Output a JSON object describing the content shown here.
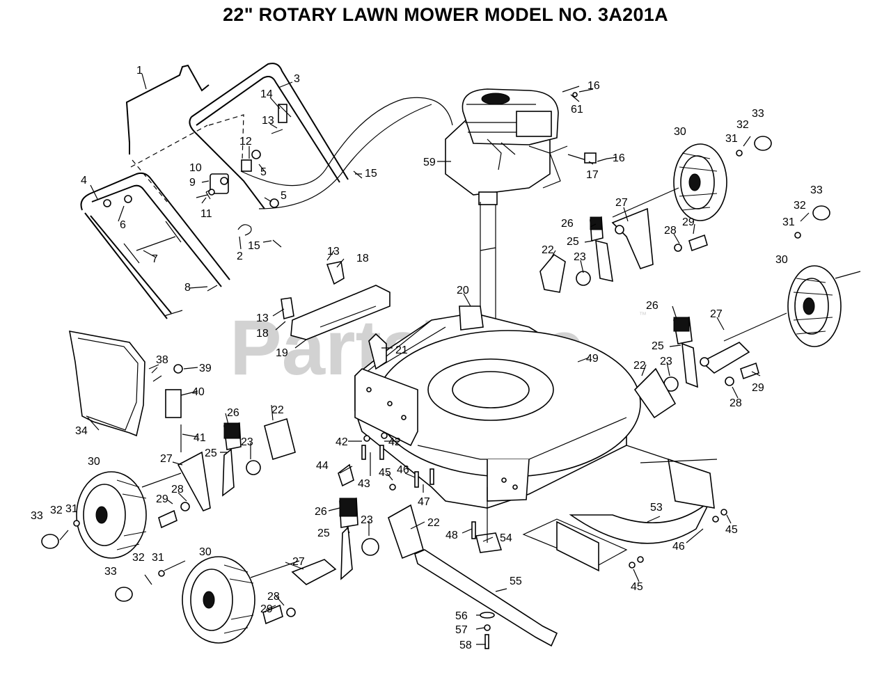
{
  "title": "22\" ROTARY LAWN MOWER MODEL NO.  3A201A",
  "watermark": "PartsTree",
  "watermark_tm": "™",
  "parts": [
    {
      "id": "1",
      "text": "1"
    },
    {
      "id": "2",
      "text": "2"
    },
    {
      "id": "3",
      "text": "3"
    },
    {
      "id": "4",
      "text": "4"
    },
    {
      "id": "5a",
      "text": "5"
    },
    {
      "id": "5b",
      "text": "5"
    },
    {
      "id": "6",
      "text": "6"
    },
    {
      "id": "7",
      "text": "7"
    },
    {
      "id": "8",
      "text": "8"
    },
    {
      "id": "9",
      "text": "9"
    },
    {
      "id": "10",
      "text": "10"
    },
    {
      "id": "11",
      "text": "11"
    },
    {
      "id": "12",
      "text": "12"
    },
    {
      "id": "13a",
      "text": "13"
    },
    {
      "id": "13b",
      "text": "13"
    },
    {
      "id": "13c",
      "text": "13"
    },
    {
      "id": "14",
      "text": "14"
    },
    {
      "id": "15a",
      "text": "15"
    },
    {
      "id": "15b",
      "text": "15"
    },
    {
      "id": "16a",
      "text": "16"
    },
    {
      "id": "16b",
      "text": "16"
    },
    {
      "id": "17",
      "text": "17"
    },
    {
      "id": "18a",
      "text": "18"
    },
    {
      "id": "18b",
      "text": "18"
    },
    {
      "id": "19",
      "text": "19"
    },
    {
      "id": "20",
      "text": "20"
    },
    {
      "id": "21",
      "text": "21"
    },
    {
      "id": "22a",
      "text": "22"
    },
    {
      "id": "22b",
      "text": "22"
    },
    {
      "id": "22c",
      "text": "22"
    },
    {
      "id": "22d",
      "text": "22"
    },
    {
      "id": "23a",
      "text": "23"
    },
    {
      "id": "23b",
      "text": "23"
    },
    {
      "id": "23c",
      "text": "23"
    },
    {
      "id": "23d",
      "text": "23"
    },
    {
      "id": "25a",
      "text": "25"
    },
    {
      "id": "25b",
      "text": "25"
    },
    {
      "id": "25c",
      "text": "25"
    },
    {
      "id": "25d",
      "text": "25"
    },
    {
      "id": "26a",
      "text": "26"
    },
    {
      "id": "26b",
      "text": "26"
    },
    {
      "id": "26c",
      "text": "26"
    },
    {
      "id": "26d",
      "text": "26"
    },
    {
      "id": "27a",
      "text": "27"
    },
    {
      "id": "27b",
      "text": "27"
    },
    {
      "id": "27c",
      "text": "27"
    },
    {
      "id": "27d",
      "text": "27"
    },
    {
      "id": "28a",
      "text": "28"
    },
    {
      "id": "28b",
      "text": "28"
    },
    {
      "id": "28c",
      "text": "28"
    },
    {
      "id": "28d",
      "text": "28"
    },
    {
      "id": "29a",
      "text": "29"
    },
    {
      "id": "29b",
      "text": "29"
    },
    {
      "id": "29c",
      "text": "29"
    },
    {
      "id": "29d",
      "text": "29"
    },
    {
      "id": "30a",
      "text": "30"
    },
    {
      "id": "30b",
      "text": "30"
    },
    {
      "id": "30c",
      "text": "30"
    },
    {
      "id": "30d",
      "text": "30"
    },
    {
      "id": "31a",
      "text": "31"
    },
    {
      "id": "31b",
      "text": "31"
    },
    {
      "id": "31c",
      "text": "31"
    },
    {
      "id": "31d",
      "text": "31"
    },
    {
      "id": "32a",
      "text": "32"
    },
    {
      "id": "32b",
      "text": "32"
    },
    {
      "id": "32c",
      "text": "32"
    },
    {
      "id": "32d",
      "text": "32"
    },
    {
      "id": "33a",
      "text": "33"
    },
    {
      "id": "33b",
      "text": "33"
    },
    {
      "id": "33c",
      "text": "33"
    },
    {
      "id": "33d",
      "text": "33"
    },
    {
      "id": "34",
      "text": "34"
    },
    {
      "id": "38",
      "text": "38"
    },
    {
      "id": "39",
      "text": "39"
    },
    {
      "id": "40",
      "text": "40"
    },
    {
      "id": "41",
      "text": "41"
    },
    {
      "id": "42a",
      "text": "42"
    },
    {
      "id": "42b",
      "text": "42"
    },
    {
      "id": "43",
      "text": "43"
    },
    {
      "id": "44",
      "text": "44"
    },
    {
      "id": "45a",
      "text": "45"
    },
    {
      "id": "45b",
      "text": "45"
    },
    {
      "id": "45c",
      "text": "45"
    },
    {
      "id": "46a",
      "text": "46"
    },
    {
      "id": "46b",
      "text": "46"
    },
    {
      "id": "47",
      "text": "47"
    },
    {
      "id": "48",
      "text": "48"
    },
    {
      "id": "49",
      "text": "49"
    },
    {
      "id": "53",
      "text": "53"
    },
    {
      "id": "54",
      "text": "54"
    },
    {
      "id": "55",
      "text": "55"
    },
    {
      "id": "56",
      "text": "56"
    },
    {
      "id": "57",
      "text": "57"
    },
    {
      "id": "58",
      "text": "58"
    },
    {
      "id": "59",
      "text": "59"
    },
    {
      "id": "61",
      "text": "61"
    }
  ]
}
